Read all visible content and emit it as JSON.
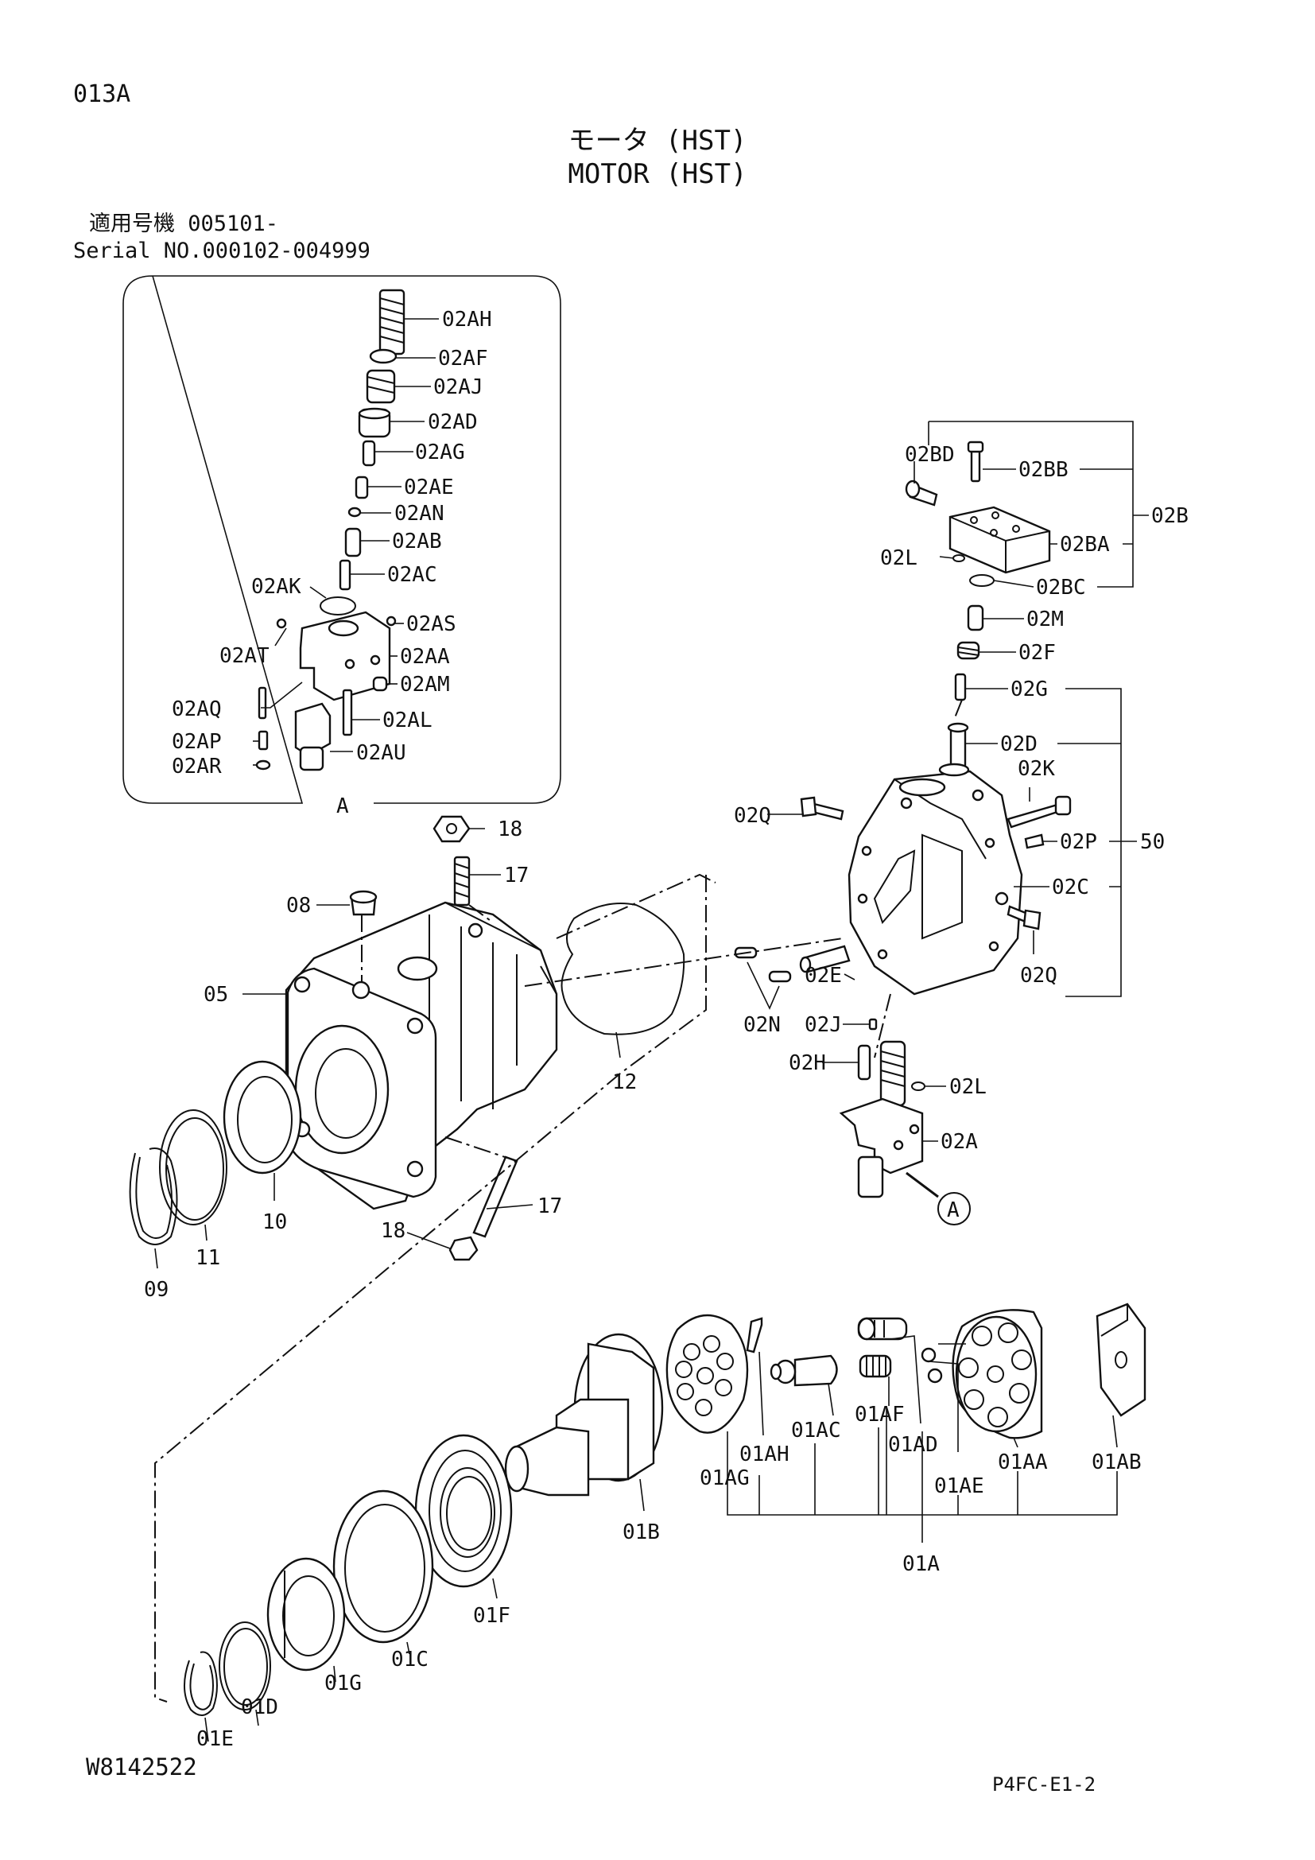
{
  "header": {
    "page_code": "013A",
    "title_jp": "モータ (HST)",
    "title_en": "MOTOR (HST)",
    "serial_jp": "適用号機 005101-",
    "serial_en": "Serial NO.000102-004999"
  },
  "footer": {
    "drawing_number": "W8142522",
    "sheet_ref": "P4FC-E1-2"
  },
  "detail_view": {
    "label": "A",
    "callout_label": "A"
  },
  "part_labels": [
    "02AH",
    "02AF",
    "02AJ",
    "02AD",
    "02AG",
    "02AE",
    "02AN",
    "02AB",
    "02AC",
    "02AK",
    "02AS",
    "02AT",
    "02AA",
    "02AM",
    "02AQ",
    "02AL",
    "02AP",
    "02AU",
    "02AR",
    "02BD",
    "02BB",
    "02B",
    "02L",
    "02BA",
    "02BC",
    "02M",
    "02F",
    "02G",
    "02D",
    "02K",
    "02Q",
    "02P",
    "50",
    "02C",
    "02Q",
    "02E",
    "02N",
    "02J",
    "02H",
    "02L",
    "02A",
    "18",
    "17",
    "08",
    "05",
    "12",
    "10",
    "11",
    "09",
    "17",
    "18",
    "01AH",
    "01AC",
    "01AF",
    "01AD",
    "01AA",
    "01AB",
    "01AG",
    "01AE",
    "01B",
    "01A",
    "01F",
    "01C",
    "01G",
    "01D",
    "01E"
  ]
}
